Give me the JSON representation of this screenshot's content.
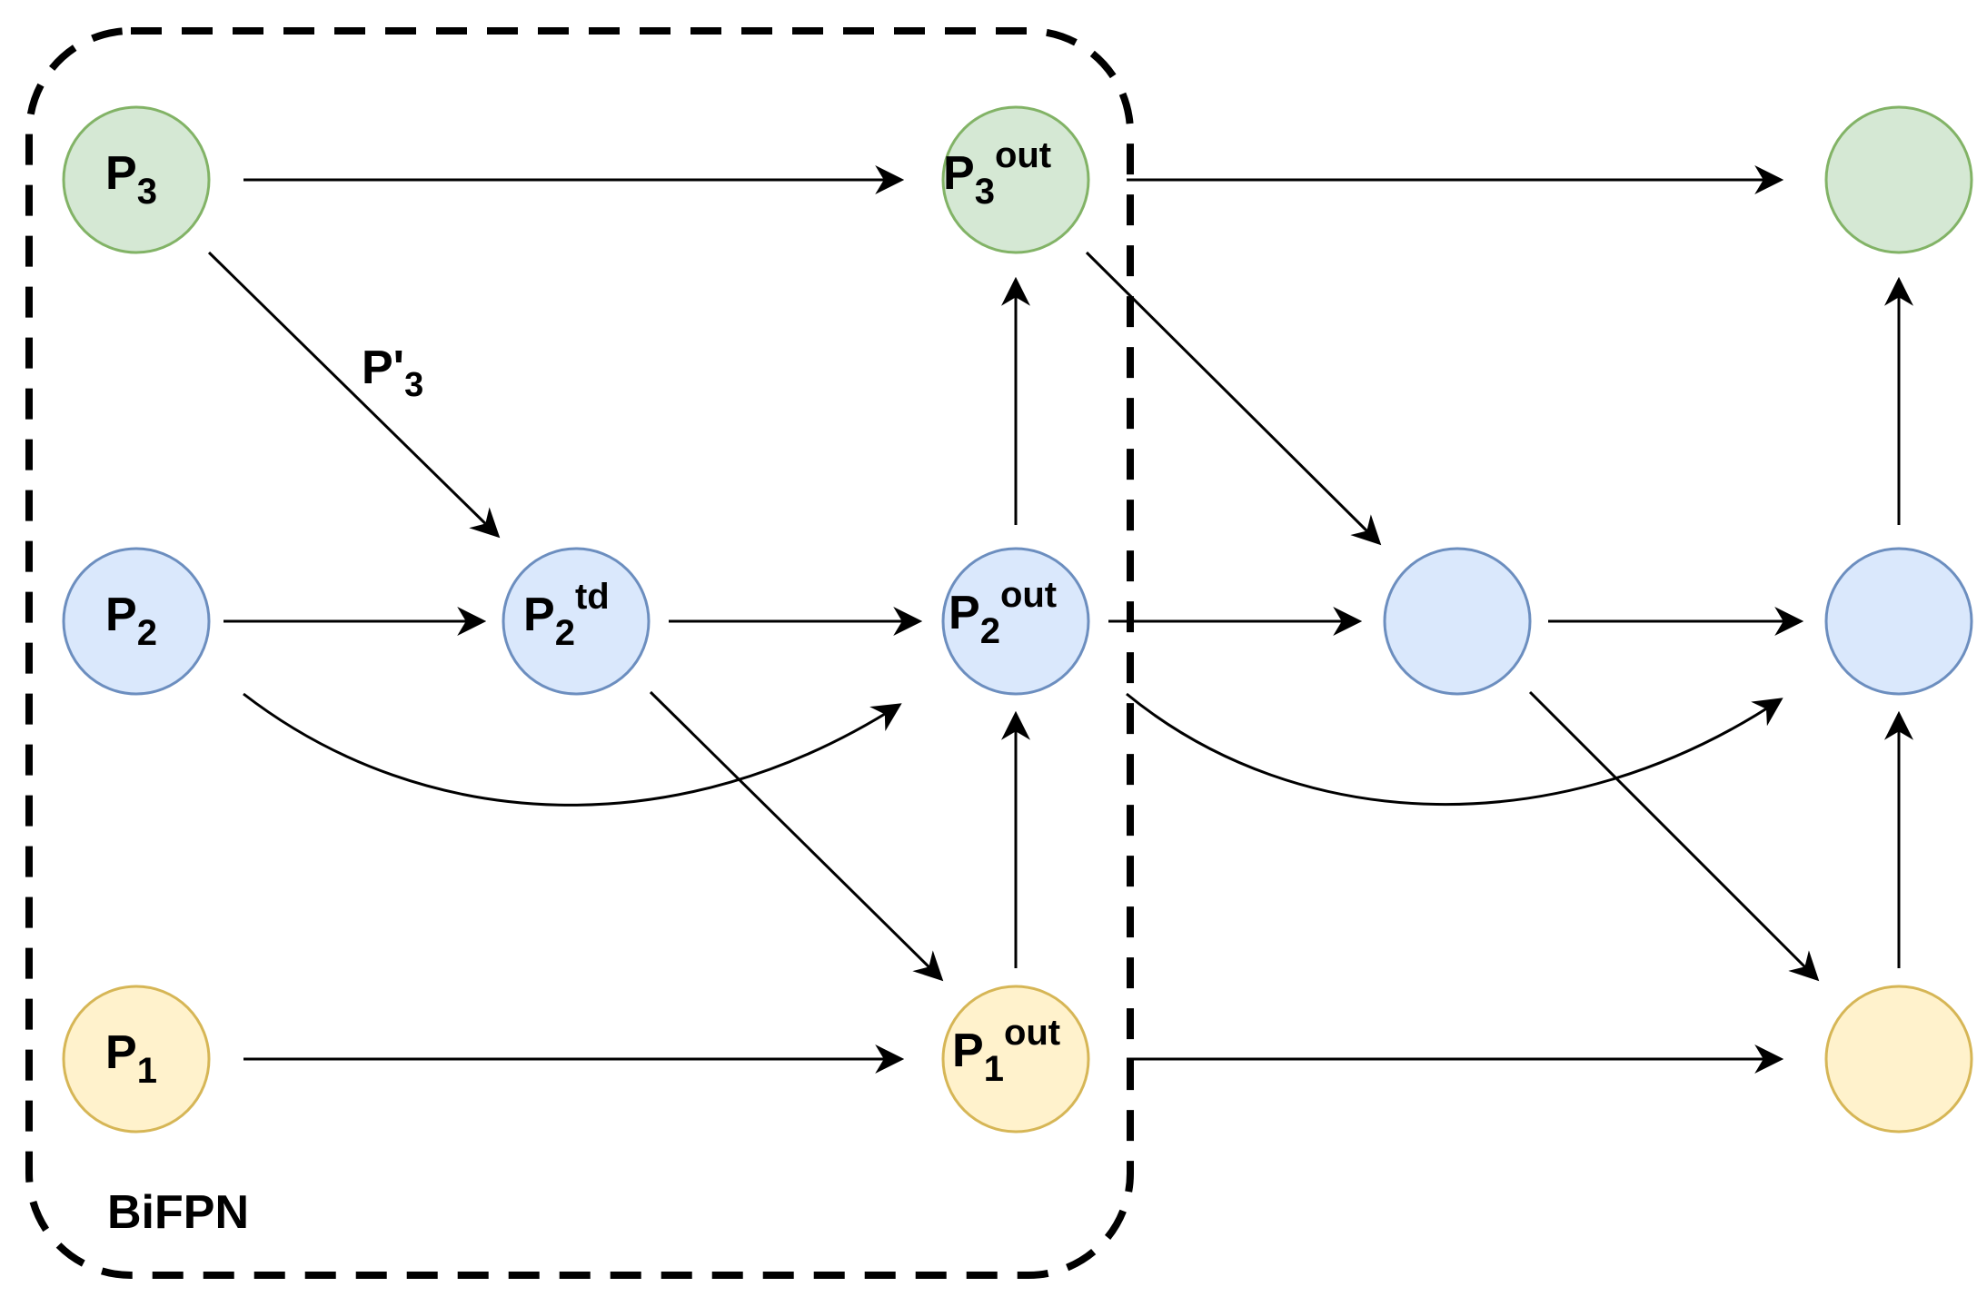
{
  "colors": {
    "green_fill": "#d5e8d4",
    "green_stroke": "#82b366",
    "blue_fill": "#dae8fc",
    "blue_stroke": "#6c8ebf",
    "yellow_fill": "#fff2cc",
    "yellow_stroke": "#d6b656"
  },
  "group": {
    "label": "BiFPN"
  },
  "nodes": {
    "p3": {
      "base": "P",
      "sub": "3",
      "sup": ""
    },
    "p2": {
      "base": "P",
      "sub": "2",
      "sup": ""
    },
    "p1": {
      "base": "P",
      "sub": "1",
      "sup": ""
    },
    "p2td": {
      "base": "P",
      "sub": "2",
      "sup": "td"
    },
    "p3out": {
      "base": "P",
      "sub": "3",
      "sup": "out"
    },
    "p2out": {
      "base": "P",
      "sub": "2",
      "sup": "out"
    },
    "p1out": {
      "base": "P",
      "sub": "1",
      "sup": "out"
    }
  },
  "edge_labels": {
    "p3_to_p2td": {
      "base": "P'",
      "sub": "3"
    }
  }
}
